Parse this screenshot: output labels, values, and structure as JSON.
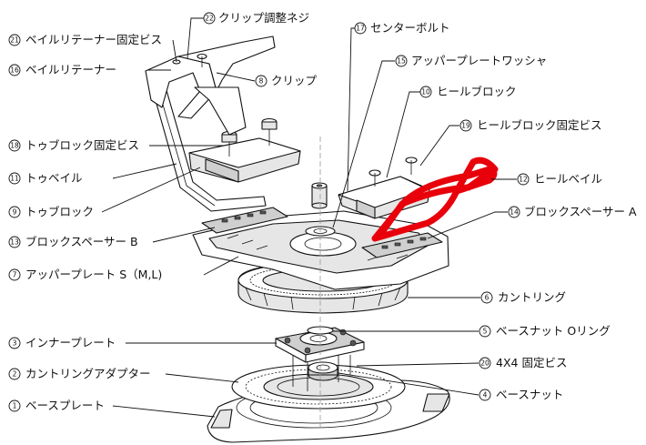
{
  "labels": {
    "l22": {
      "num": "22",
      "text": "クリップ調整ネジ"
    },
    "l21": {
      "num": "21",
      "text": "ベイルリテーナー固定ビス"
    },
    "l16": {
      "num": "16",
      "text": "ベイルリテーナー"
    },
    "l8": {
      "num": "8",
      "text": "クリップ"
    },
    "l17": {
      "num": "17",
      "text": "センターボルト"
    },
    "l15": {
      "num": "15",
      "text": "アッパープレートワッシャ"
    },
    "l10": {
      "num": "10",
      "text": "ヒールブロック"
    },
    "l19": {
      "num": "19",
      "text": "ヒールブロック固定ビス"
    },
    "l18": {
      "num": "18",
      "text": "トゥブロック固定ビス"
    },
    "l11": {
      "num": "11",
      "text": "トゥベイル"
    },
    "l12": {
      "num": "12",
      "text": "ヒールベイル"
    },
    "l9": {
      "num": "9",
      "text": "トゥブロック"
    },
    "l14": {
      "num": "14",
      "text": "ブロックスペーサー A"
    },
    "l13": {
      "num": "13",
      "text": "ブロックスペーサー B"
    },
    "l7": {
      "num": "7",
      "text": "アッパープレート S（M,L)"
    },
    "l6": {
      "num": "6",
      "text": "カントリング"
    },
    "l3": {
      "num": "3",
      "text": "インナープレート"
    },
    "l5": {
      "num": "5",
      "text": "ベースナット Oリング"
    },
    "l20": {
      "num": "20",
      "text": "4X4 固定ビス"
    },
    "l2": {
      "num": "2",
      "text": "カントリングアダプター"
    },
    "l4": {
      "num": "4",
      "text": "ベースナット"
    },
    "l1": {
      "num": "1",
      "text": "ベースプレート"
    }
  },
  "colors": {
    "highlight": "#e8000b",
    "ink": "#111111"
  }
}
